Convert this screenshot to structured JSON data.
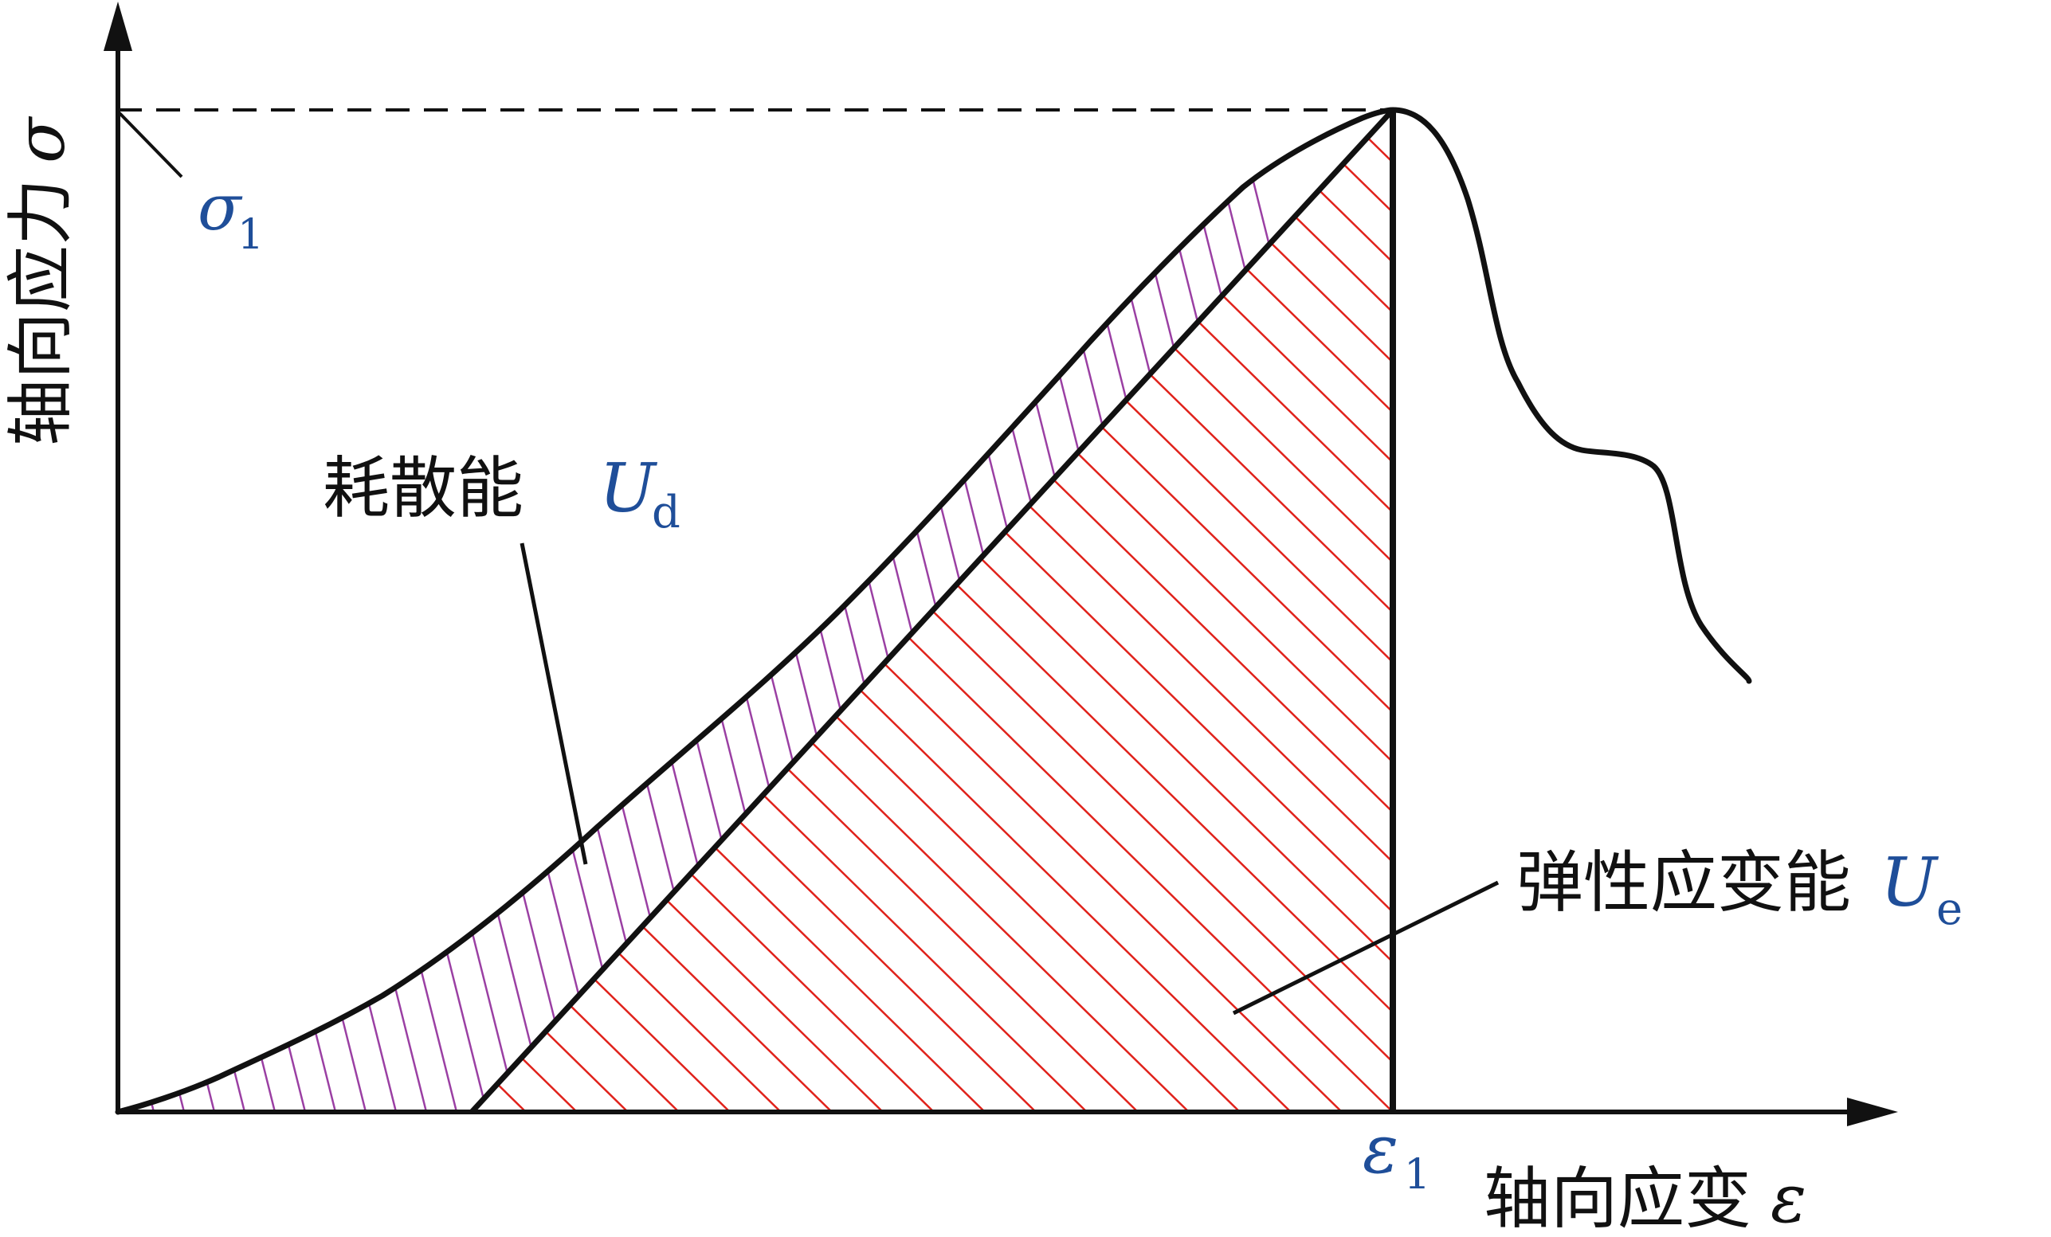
{
  "axes": {
    "y_label": "轴向应力",
    "y_symbol": "σ",
    "x_label": "轴向应变",
    "x_symbol": "ε"
  },
  "markers": {
    "peak_stress": {
      "symbol": "σ",
      "subscript": "1"
    },
    "peak_strain": {
      "symbol": "ε",
      "subscript": "1"
    }
  },
  "regions": {
    "dissipated": {
      "label": "耗散能",
      "symbol": "U",
      "subscript": "d"
    },
    "elastic": {
      "label": "弹性应变能",
      "symbol": "U",
      "subscript": "e"
    }
  },
  "colors": {
    "curve": "#111111",
    "dissipated_hatch": "#9a3fa3",
    "elastic_hatch": "#e0221b",
    "symbol_blue": "#1f4e99"
  }
}
